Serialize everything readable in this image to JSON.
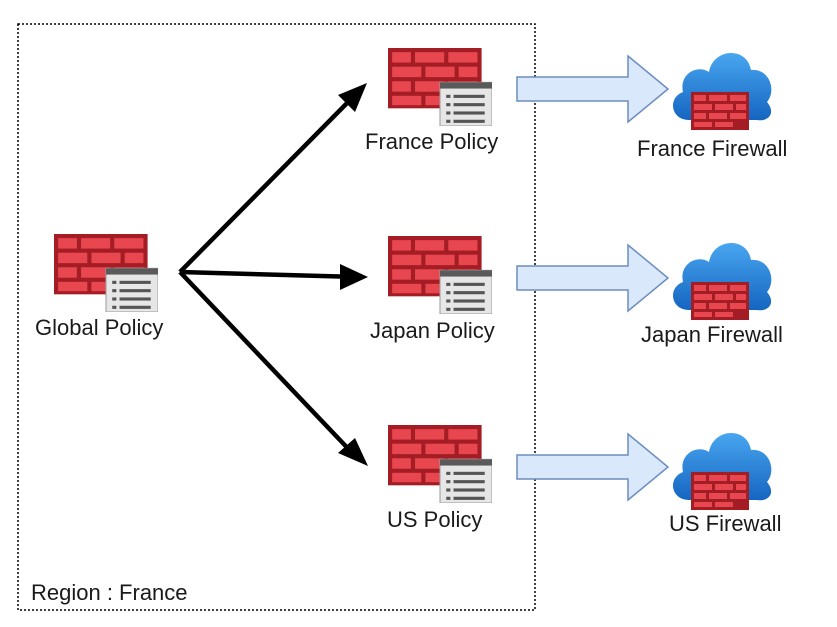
{
  "region": {
    "label": "Region : France"
  },
  "global_policy": {
    "label": "Global Policy",
    "icon": "firewall-policy-icon"
  },
  "policies": [
    {
      "label": "France Policy",
      "icon": "firewall-policy-icon"
    },
    {
      "label": "Japan Policy",
      "icon": "firewall-policy-icon"
    },
    {
      "label": "US Policy",
      "icon": "firewall-policy-icon"
    }
  ],
  "firewalls": [
    {
      "label": "France Firewall",
      "icon": "cloud-firewall-icon"
    },
    {
      "label": "Japan Firewall",
      "icon": "cloud-firewall-icon"
    },
    {
      "label": "US Firewall",
      "icon": "cloud-firewall-icon"
    }
  ],
  "colors": {
    "brick_dark": "#a51d24",
    "brick_light": "#e8474f",
    "cloud": "#1e88e5",
    "arrow_fill": "#dae8fc",
    "arrow_stroke": "#6c8ebf"
  }
}
